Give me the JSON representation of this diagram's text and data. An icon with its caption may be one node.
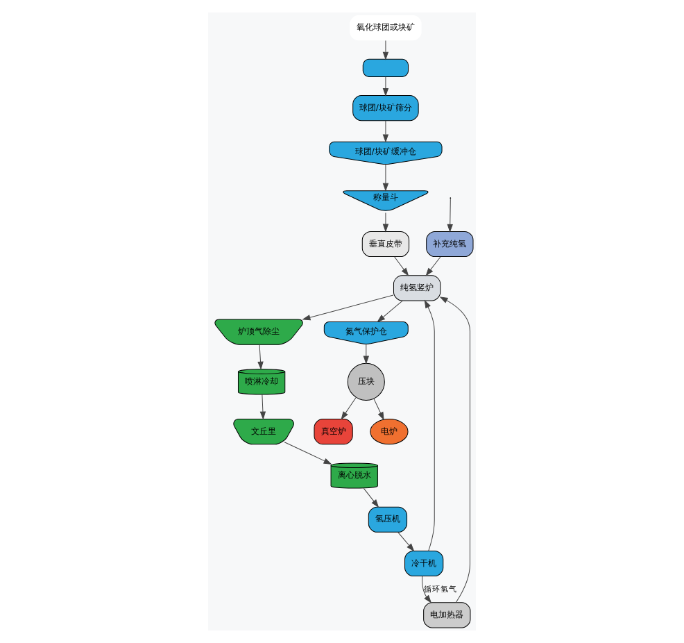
{
  "diagram": {
    "nodes": [
      {
        "text": [
          "氧化球团或块矿"
        ]
      },
      {
        "text": [],
        "shape": "box"
      },
      {
        "text": [
          "球团/块矿筛分"
        ]
      },
      {
        "text": [
          "球团/块矿缓冲仓"
        ]
      },
      {
        "text": [
          "称量斗"
        ]
      },
      {
        "text": [
          "垂直皮带"
        ]
      },
      {
        "text": [
          "纯氢竖炉"
        ]
      },
      {
        "text": [
          "炉顶气除尘"
        ]
      },
      {
        "text": [
          "喷淋冷却"
        ]
      },
      {
        "text": [
          "文丘里"
        ]
      },
      {
        "text": [
          "离心脱水"
        ]
      },
      {
        "text": [
          "氢压机"
        ]
      },
      {
        "text": [
          "冷干机"
        ]
      },
      {
        "text": [
          "电加热器"
        ]
      },
      {
        "text": [
          "补充纯氢"
        ]
      },
      {
        "text": [
          "氮气保护仓"
        ]
      },
      {
        "text": [
          "压块"
        ]
      },
      {
        "text": [
          "真空炉"
        ]
      },
      {
        "text": [
          "电炉"
        ]
      }
    ],
    "edges": [
      {
        "from": 0,
        "to": 1,
        "arrow": "to"
      },
      {
        "from": 1,
        "to": 2,
        "arrow": "to"
      },
      {
        "from": 2,
        "to": 3,
        "arrow": "to"
      },
      {
        "from": 3,
        "to": 4,
        "arrow": "to"
      },
      {
        "from": 4,
        "to": 5,
        "arrow": "to"
      },
      {
        "from": 5,
        "to": 6,
        "arrow": "to"
      },
      {
        "from": 6,
        "to": 7,
        "arrow": "to"
      },
      {
        "from": 7,
        "to": 8,
        "arrow": "to"
      },
      {
        "from": 8,
        "to": 9,
        "arrow": "to"
      },
      {
        "from": 9,
        "to": 10,
        "arrow": "to"
      },
      {
        "from": 10,
        "to": 11,
        "arrow": "to"
      },
      {
        "from": 11,
        "to": 12,
        "arrow": "to"
      },
      {
        "from": 12,
        "to": 13,
        "arrow": "to",
        "label": "循环氢气"
      },
      {
        "from": 12,
        "to": 6,
        "arrow": "to"
      },
      {
        "from": 13,
        "to": 6,
        "arrow": "to"
      },
      {
        "from": null,
        "to": 14,
        "arrow": "to"
      },
      {
        "from": 14,
        "to": 6,
        "arrow": "to"
      },
      {
        "from": 6,
        "to": 15,
        "arrow": "to"
      },
      {
        "from": 15,
        "to": 16,
        "arrow": "to"
      },
      {
        "from": 16,
        "to": 17,
        "arrow": "to"
      },
      {
        "from": 16,
        "to": 18,
        "arrow": "to"
      }
    ]
  }
}
